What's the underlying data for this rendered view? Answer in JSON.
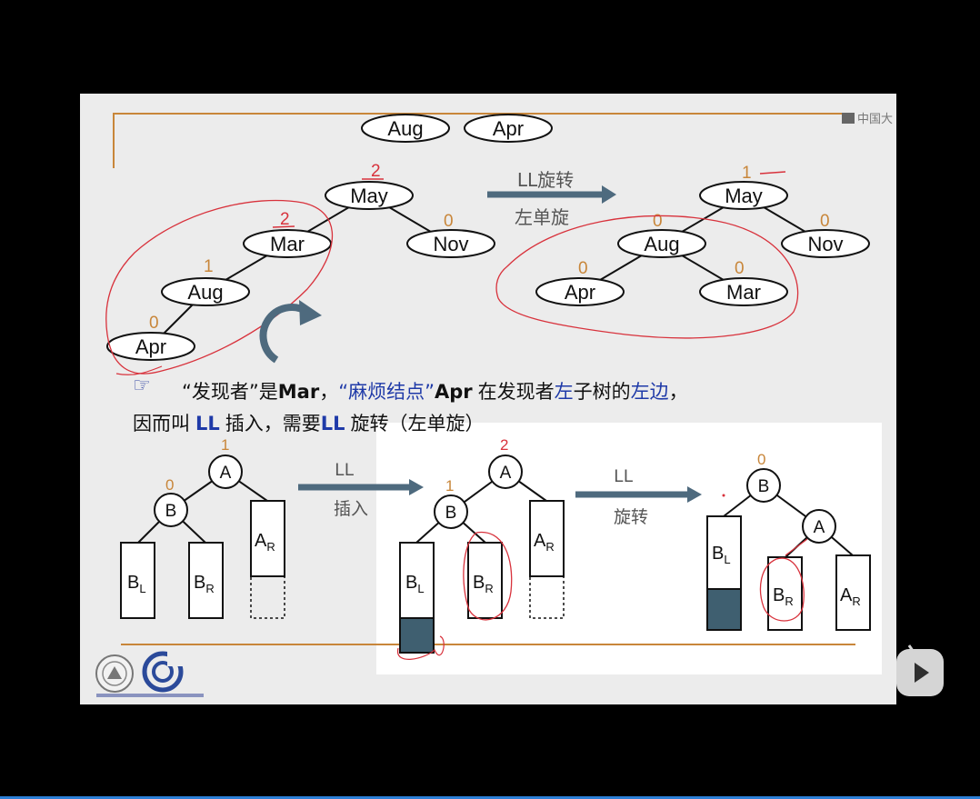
{
  "watermark": "中国大",
  "top_keys": [
    "Aug",
    "Apr"
  ],
  "tree_before": {
    "nodes": {
      "may": "May",
      "mar": "Mar",
      "nov": "Nov",
      "aug": "Aug",
      "apr": "Apr"
    },
    "balance": {
      "may": "2",
      "mar": "2",
      "nov": "0",
      "aug": "1",
      "apr": "0"
    }
  },
  "rotation_arrow": {
    "line1": "LL旋转",
    "line2": "左单旋"
  },
  "tree_after": {
    "nodes": {
      "may": "May",
      "aug": "Aug",
      "nov": "Nov",
      "apr": "Apr",
      "mar": "Mar"
    },
    "balance": {
      "may": "1",
      "aug": "0",
      "nov": "0",
      "apr": "0",
      "mar": "0"
    }
  },
  "explanation": {
    "bullet": "☞",
    "q1": "“发现者”是",
    "finder": "Mar",
    "comma": "，",
    "q2": "“麻烦结点”",
    "trouble": "Apr",
    "t1": "在发现者",
    "left1": "左",
    "t2": "子树的",
    "left2": "左边",
    "t3": "，",
    "line2_a": "因而叫",
    "ll1": "LL",
    "line2_b": "插入，需要",
    "ll2": "LL",
    "line2_c": "旋转（左单旋）"
  },
  "generic": {
    "insert_arrow": {
      "line1": "LL",
      "line2": "插入"
    },
    "rotate_arrow": {
      "line1": "LL",
      "line2": "旋转"
    },
    "d1": {
      "a": "A",
      "b": "B",
      "a_bal": "1",
      "b_bal": "0"
    },
    "d2": {
      "a": "A",
      "b": "B",
      "a_bal": "2",
      "b_bal": "1"
    },
    "d3": {
      "a": "A",
      "b": "B",
      "b_bal": "0"
    },
    "sub": {
      "bl_main": "B",
      "bl_sub": "L",
      "br_main": "B",
      "br_sub": "R",
      "ar_main": "A",
      "ar_sub": "R"
    }
  },
  "colors": {
    "accent_orange": "#c8863a",
    "arrow_gray": "#4e6a7e",
    "annotation_red": "#d8323c",
    "highlight_blue": "#1f3aa8",
    "fill_dark": "#3f5f70"
  }
}
